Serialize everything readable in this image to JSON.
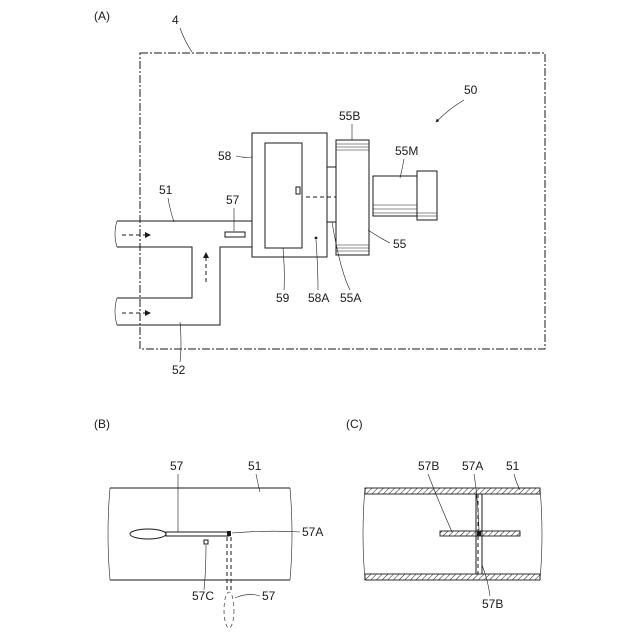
{
  "panel_a": {
    "label": "(A)",
    "refs": {
      "r4": "4",
      "r50": "50",
      "r55B": "55B",
      "r55M": "55M",
      "r58": "58",
      "r51": "51",
      "r57": "57",
      "r55": "55",
      "r59": "59",
      "r58A": "58A",
      "r55A": "55A",
      "r52": "52"
    }
  },
  "panel_b": {
    "label": "(B)",
    "refs": {
      "r57": "57",
      "r51": "51",
      "r57A": "57A",
      "r57C": "57C",
      "r57b": "57"
    }
  },
  "panel_c": {
    "label": "(C)",
    "refs": {
      "r57B": "57B",
      "r57A": "57A",
      "r51": "51",
      "r57B_bottom": "57B"
    }
  }
}
